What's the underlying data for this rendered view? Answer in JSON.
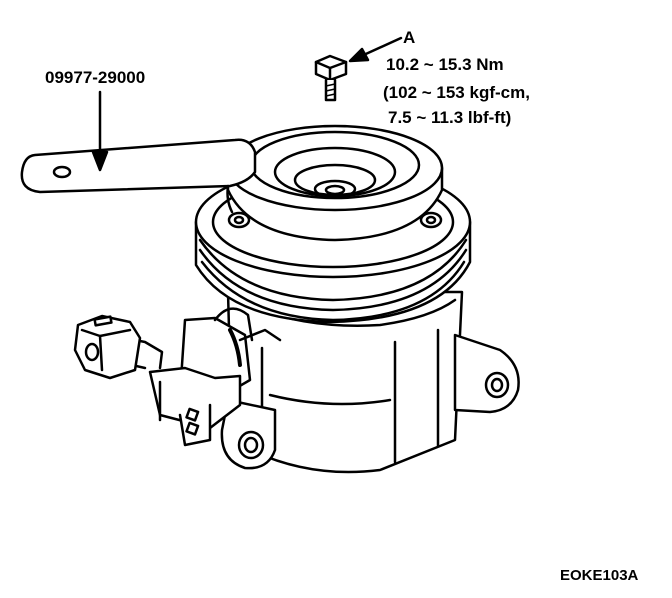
{
  "labels": {
    "tool_part_number": "09977-29000",
    "callout": "A",
    "torque_nm": "10.2 ~ 15.3 Nm",
    "torque_kgf": "(102 ~ 153 kgf-cm,",
    "torque_lbf": "7.5 ~ 11.3 lbf-ft)",
    "figure_id": "EOKE103A"
  },
  "colors": {
    "line": "#000000",
    "fill": "#ffffff"
  }
}
